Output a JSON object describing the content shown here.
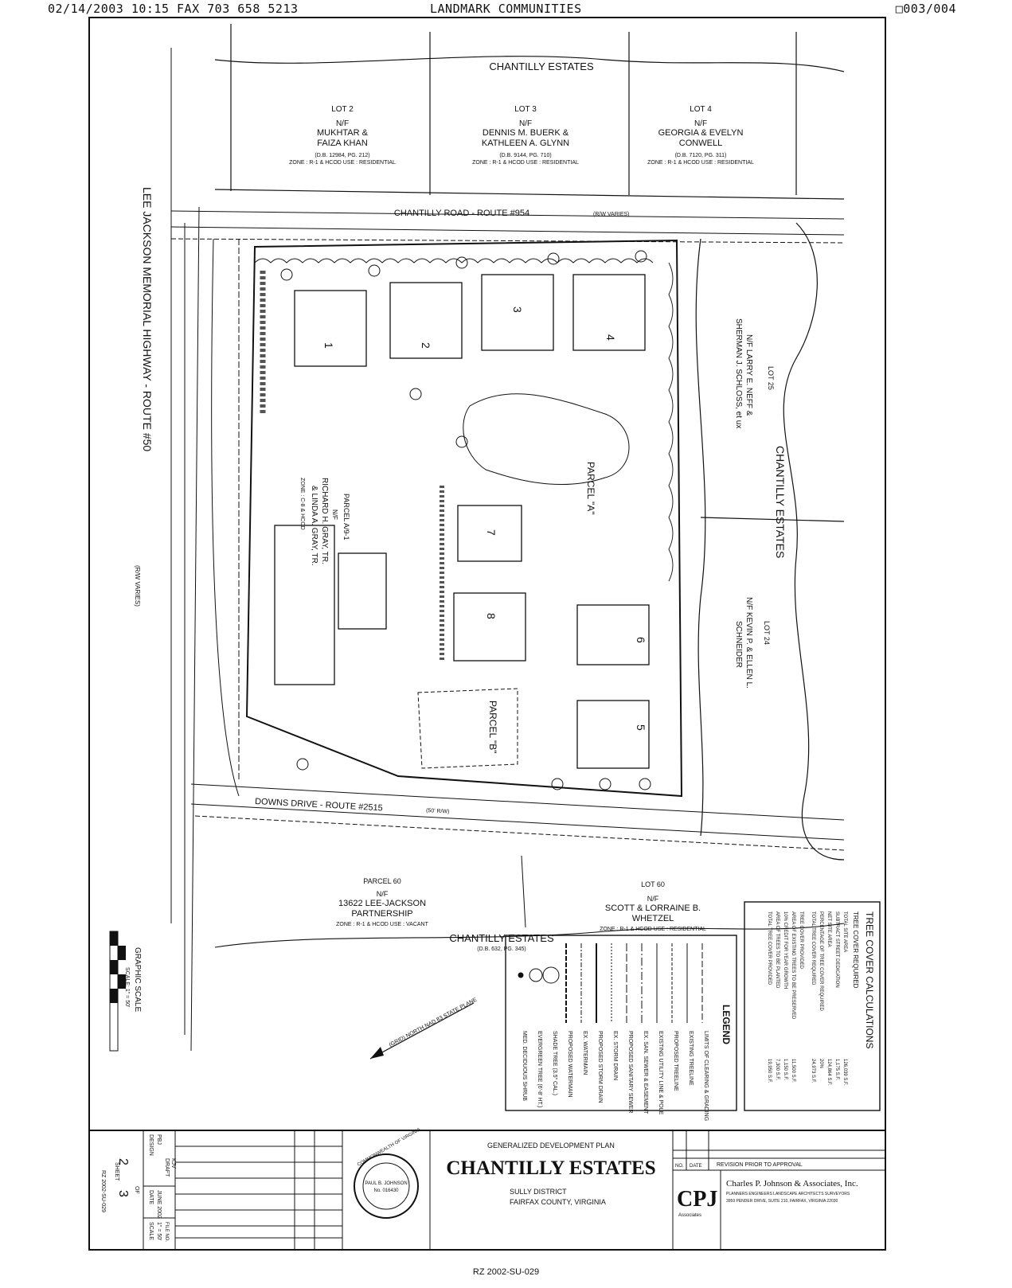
{
  "fax_header": {
    "left": "02/14/2003 10:15 FAX 703 658 5213",
    "center": "LANDMARK COMMUNITIES",
    "right": "003/004"
  },
  "north": {
    "title": "CHANTILLY ESTATES",
    "lot2": {
      "lot": "LOT 2",
      "nf": "N/F",
      "owner1": "MUKHTAR &",
      "owner2": "FAIZA KHAN",
      "ref": "(D.B. 12984, PG. 212)",
      "zone": "ZONE : R-1 & HCOD  USE : RESIDENTIAL"
    },
    "lot3": {
      "lot": "LOT 3",
      "nf": "N/F",
      "owner1": "DENNIS M. BUERK &",
      "owner2": "KATHLEEN A. GLYNN",
      "ref": "(D.B. 9144, PG. 710)",
      "zone": "ZONE : R-1 & HCOD  USE : RESIDENTIAL"
    },
    "lot4": {
      "lot": "LOT 4",
      "nf": "N/F",
      "owner1": "GEORGIA & EVELYN",
      "owner2": "CONWELL",
      "ref": "(D.B. 7120, PG. 311)",
      "zone": "ZONE : R-1 & HCOD  USE : RESIDENTIAL"
    }
  },
  "roads": {
    "chantilly": "CHANTILLY ROAD - ROUTE #954",
    "chantilly_row": "(R/W VARIES)",
    "highway": "LEE JACKSON MEMORIAL HIGHWAY - ROUTE #50",
    "highway_row": "(R/W VARIES)",
    "downs": "DOWNS DRIVE - ROUTE #2515",
    "downs_row": "(50' R/W)"
  },
  "site": {
    "parcel_a_label": "PARCEL \"A\"",
    "parcel_b_label": "PARCEL \"B\"",
    "parcel_a9": "PARCEL A/9-1",
    "gray_nf": "N/F",
    "gray_owner1": "RICHARD H. GRAY, TR.",
    "gray_owner2": "& LINDA A. GRAY, TR.",
    "gray_zone": "ZONE : C-8 & HCOD",
    "lots": [
      "1",
      "2",
      "3",
      "4",
      "5",
      "6",
      "7",
      "8"
    ]
  },
  "east": {
    "title": "CHANTILLY ESTATES",
    "lot25": "LOT 25",
    "lot24": "LOT 24",
    "neff1": "N/F LARRY E. NEFF &",
    "neff2": "SHERMAN J. SCHLOSS, et ux",
    "schneider1": "N/F KEVIN P. & ELLEN L.",
    "schneider2": "SCHNEIDER"
  },
  "south": {
    "parcel60": "PARCEL 60",
    "lot60": "LOT 60",
    "lj_nf": "N/F",
    "lj1": "13622 LEE-JACKSON",
    "lj2": "PARTNERSHIP",
    "lj_zone": "ZONE : R-1 & HCOD  USE : VACANT",
    "wh_nf": "N/F",
    "wh1": "SCOTT & LORRAINE B.",
    "wh2": "WHETZEL",
    "wh_zone": "ZONE : R-1 & HCOD  USE : RESIDENTIAL",
    "title": "CHANTILLY ESTATES",
    "title_ref": "(D.B. 632, PG. 345)"
  },
  "legend": {
    "title": "LEGEND",
    "items": [
      "LIMITS OF CLEARING & GRADING",
      "EXISTING TREELINE",
      "PROPOSED TREELINE",
      "EXISTING UTILITY LINE & POLE",
      "EX. SAN. SEWER & EASEMENT",
      "PROPOSED SANITARY SEWER",
      "EX. STORM DRAIN",
      "PROPOSED STORM DRAIN",
      "EX. WATERMAIN",
      "PROPOSED WATERMAIN",
      "SHADE TREE (3.5\" CAL.)",
      "EVERGREEN TREE (6'-8' HT.)",
      "MED. DECIDUOUS SHRUB"
    ]
  },
  "tree_cover": {
    "title": "TREE COVER CALCULATIONS",
    "sub": "TREE COVER REQUIRED",
    "rows": [
      {
        "label": "TOTAL SITE AREA",
        "value": "126,039 S.F."
      },
      {
        "label": "SUBTRACT STREET DEDICATION",
        "value": "1,175 S.F."
      },
      {
        "label": "NET SITE AREA",
        "value": "124,864 S.F."
      },
      {
        "label": "PERCENTAGE OF TREE COVER REQUIRED",
        "value": "20%"
      },
      {
        "label": "TOTAL TREE COVER REQUIRED",
        "value": "24,973 S.F."
      },
      {
        "label": "TREE COVER PROVIDED",
        "value": ""
      },
      {
        "label": "AREA OF EXISTING TREES TO BE PRESERVED",
        "value": "11,500 S.F."
      },
      {
        "label": "10% CREDIT FOR YEAR GROWTH",
        "value": "1,150 S.F."
      },
      {
        "label": "AREA OF TREES TO BE PLANTED",
        "value": "7,300 S.F."
      },
      {
        "label": "TOTAL TREE COVER PROVIDED",
        "value": "19,950 S.F."
      }
    ]
  },
  "graphic_scale": {
    "title": "GRAPHIC SCALE",
    "scale": "SCALE: 1\" = 50'"
  },
  "north_arrow": "(GRID) NORTH NAD 83 STATE PLANE",
  "title_block": {
    "subtitle": "GENERALIZED DEVELOPMENT PLAN",
    "title": "CHANTILLY ESTATES",
    "district": "SULLY DISTRICT",
    "county": "FAIRFAX COUNTY, VIRGINIA",
    "seal1": "COMMONWEALTH OF VIRGINIA",
    "seal2": "PAUL B. JOHNSON",
    "seal3": "No. 016430",
    "firm": "Charles P. Johnson & Associates, Inc.",
    "firm_sub": "PLANNERS  ENGINEERS  LANDSCAPE ARCHITECTS  SURVEYORS",
    "firm_addr": "3959 PENDER DRIVE, SUITE 210, FAIRFAX, VIRGINIA 22030",
    "logo": "CPJ",
    "logo_sub": "Associates",
    "rev_header": "REVISION PRIOR TO APPROVAL",
    "rev_col_no": "NO.",
    "rev_col_date": "DATE",
    "sheet_label": "SHEET",
    "sheet_no": "2",
    "sheet_of": "OF",
    "sheet_total": "3",
    "date_label": "DATE",
    "date_value": "JUNE 2002",
    "scale_label": "SCALE",
    "scale_value": "1\" = 50'",
    "design": "DESIGN",
    "design_value": "PBJ",
    "drawn": "DRAFT",
    "drawn_value": "KJV",
    "file_no": "FILE NO.",
    "rz_number": "RZ 2002-SU-029"
  }
}
